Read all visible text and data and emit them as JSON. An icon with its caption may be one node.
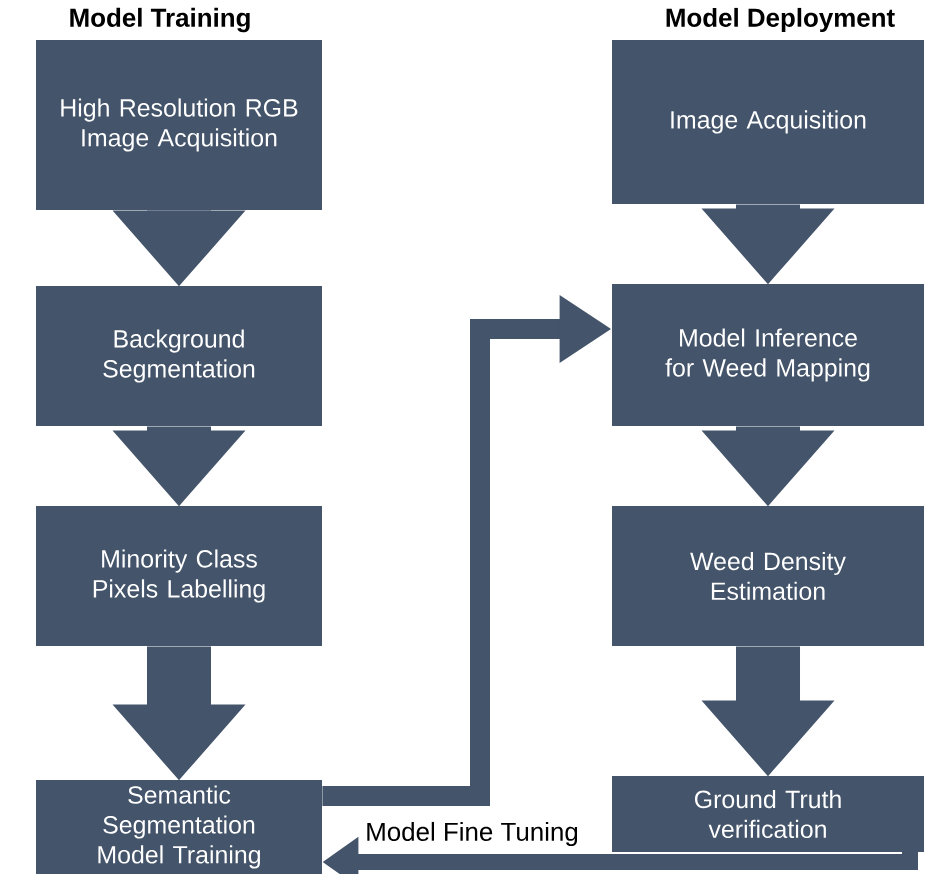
{
  "diagram": {
    "nodes": [
      {
        "text": [
          "High Resolution RGB Image Acquisition"
        ]
      },
      {
        "text": [
          "Background Segmentation"
        ]
      },
      {
        "text": [
          "Minority Class Pixels Labelling"
        ]
      },
      {
        "text": [
          "Semantic Segmentation Model Training"
        ]
      },
      {
        "text": [
          "Image Acquisition"
        ]
      },
      {
        "text": [
          "Model Inference for Weed Mapping"
        ]
      },
      {
        "text": [
          "Weed Density Estimation"
        ]
      },
      {
        "text": [
          "Ground Truth verification"
        ]
      }
    ],
    "edges": [
      {
        "from": 0,
        "to": 1,
        "arrow": "to"
      },
      {
        "from": 1,
        "to": 2,
        "arrow": "to"
      },
      {
        "from": 2,
        "to": 3,
        "arrow": "to"
      },
      {
        "from": 3,
        "to": 5,
        "arrow": "to"
      },
      {
        "from": 4,
        "to": 5,
        "arrow": "to"
      },
      {
        "from": 5,
        "to": 6,
        "arrow": "to"
      },
      {
        "from": 6,
        "to": 7,
        "arrow": "to"
      },
      {
        "from": 7,
        "to": 3,
        "arrow": "to",
        "label": "Model Fine Tuning"
      }
    ],
    "labels": [
      "Model Training",
      "Model Deployment"
    ]
  }
}
